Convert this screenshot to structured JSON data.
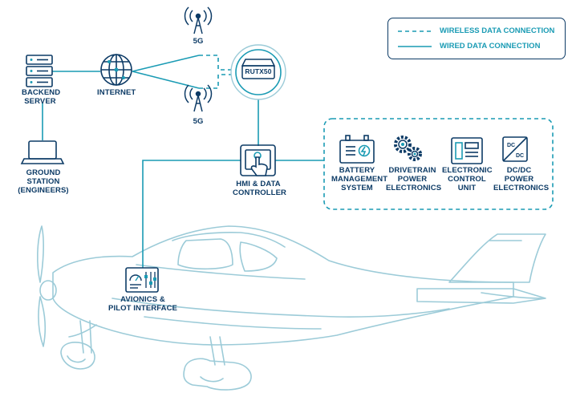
{
  "legend": {
    "wireless": "WIRELESS DATA CONNECTION",
    "wired": "WIRED DATA CONNECTION"
  },
  "nodes": {
    "backend_server": "BACKEND SERVER",
    "internet": "INTERNET",
    "tower_top": "5G",
    "tower_bottom": "5G",
    "router": "RUTX50",
    "ground_station": "GROUND STATION (ENGINEERS)",
    "hmi": "HMI & DATA CONTROLLER",
    "avionics": "AVIONICS & PILOT INTERFACE"
  },
  "subsystems": {
    "bms": "BATTERY MANAGEMENT SYSTEM",
    "drivetrain": "DRIVETRAIN POWER ELECTRONICS",
    "ecu": "ELECTRONIC CONTROL UNIT",
    "dcdc": "DC/DC POWER ELECTRONICS",
    "dc_top": "DC",
    "dc_bottom": "DC"
  },
  "colors": {
    "navy": "#0d3b66",
    "teal": "#1a9bb4",
    "plane": "#9ccbd8"
  }
}
